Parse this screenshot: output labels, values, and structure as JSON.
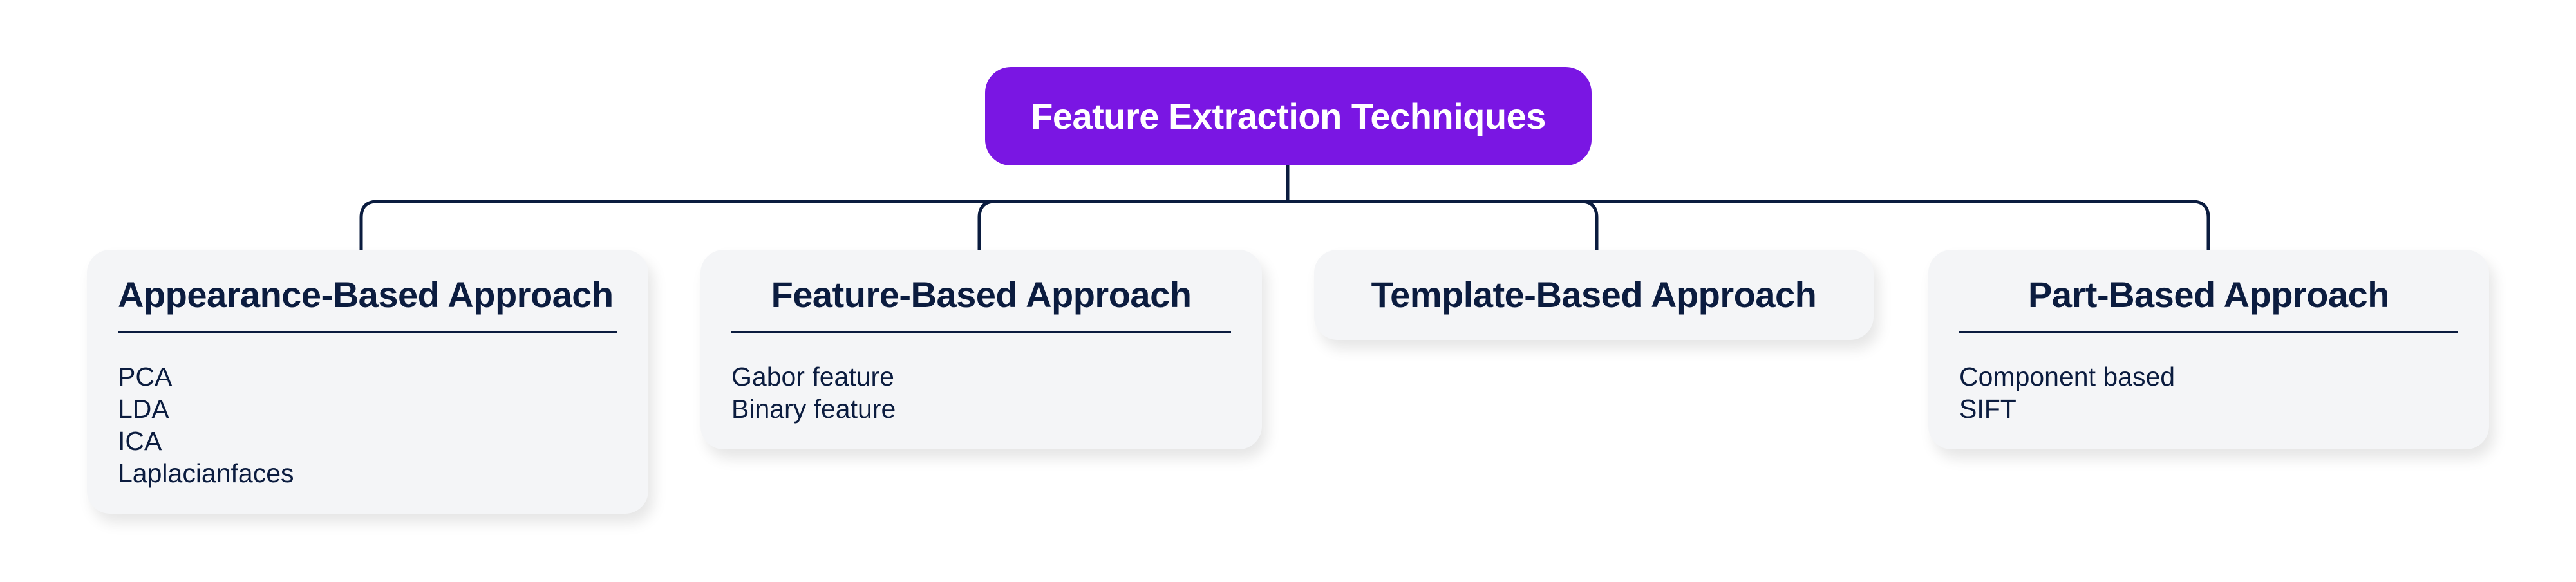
{
  "diagram": {
    "root": {
      "title": "Feature Extraction Techniques",
      "color": "#7A16E3"
    },
    "line_color": "#0B1C3F",
    "card_background": "#F4F5F7",
    "children": [
      {
        "title": "Appearance-Based Approach",
        "items": [
          "PCA",
          "LDA",
          "ICA",
          "Laplacianfaces"
        ]
      },
      {
        "title": "Feature-Based Approach",
        "items": [
          "Gabor feature",
          "Binary feature"
        ]
      },
      {
        "title": "Template-Based Approach",
        "items": []
      },
      {
        "title": "Part-Based Approach",
        "items": [
          "Component based",
          "SIFT"
        ]
      }
    ]
  }
}
